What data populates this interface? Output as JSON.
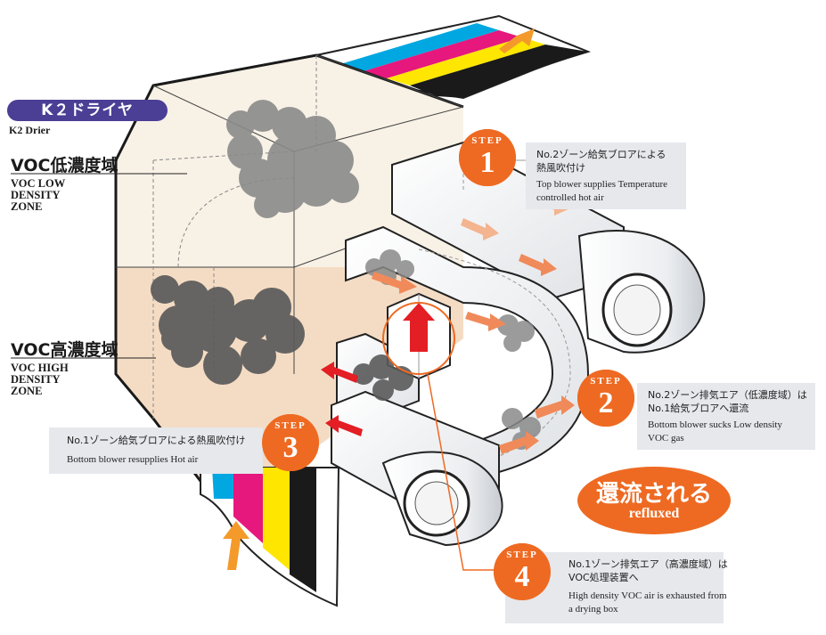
{
  "title": "K２ドライヤ",
  "subtitle": "K2 Drier",
  "zones": {
    "low": {
      "jp": "VOC低濃度域",
      "en": [
        "VOC LOW",
        "DENSITY",
        "ZONE"
      ]
    },
    "high": {
      "jp": "VOC高濃度域",
      "en": [
        "VOC HIGH",
        "DENSITY",
        "ZONE"
      ]
    }
  },
  "steps": [
    {
      "word": "STEP",
      "num": "1",
      "jp": [
        "No.2ゾーン給気ブロアによる",
        "熱風吹付け"
      ],
      "en": [
        "Top blower supplies Temperature",
        "controlled hot air"
      ]
    },
    {
      "word": "STEP",
      "num": "2",
      "jp": [
        "No.2ゾーン排気エア（低濃度域）は",
        "No.1給気ブロアへ還流"
      ],
      "en": [
        "Bottom blower sucks Low density",
        "VOC gas"
      ]
    },
    {
      "word": "STEP",
      "num": "3",
      "jp": [
        "No.1ゾーン給気ブロアによる熱風吹付け"
      ],
      "en": [
        "Bottom blower resupplies Hot air"
      ]
    },
    {
      "word": "STEP",
      "num": "4",
      "jp": [
        "No.1ゾーン排気エア（高濃度域）は",
        "VOC処理装置へ"
      ],
      "en": [
        "High density VOC air is exhausted from",
        "a drying box"
      ]
    }
  ],
  "reflux": {
    "jp": "還流される",
    "en": "refluxed"
  },
  "colors": {
    "title_bg": "#4a3e95",
    "step_orange": "#ee6a22",
    "box_low": "#f8f1e6",
    "box_high": "#f4dcc4",
    "cyan": "#00a7e1",
    "magenta": "#e6177d",
    "yellow": "#ffe600",
    "black": "#1a1a1a",
    "air_arrow": "#f08a5a",
    "hot_arrow": "#e31e24",
    "flow_arrow": "#f39a2b",
    "smoke": "#7a7a7a"
  },
  "icons": {
    "flow": "arrow-icon",
    "smoke": "smoke-cloud-icon",
    "blower": "blower-icon"
  }
}
